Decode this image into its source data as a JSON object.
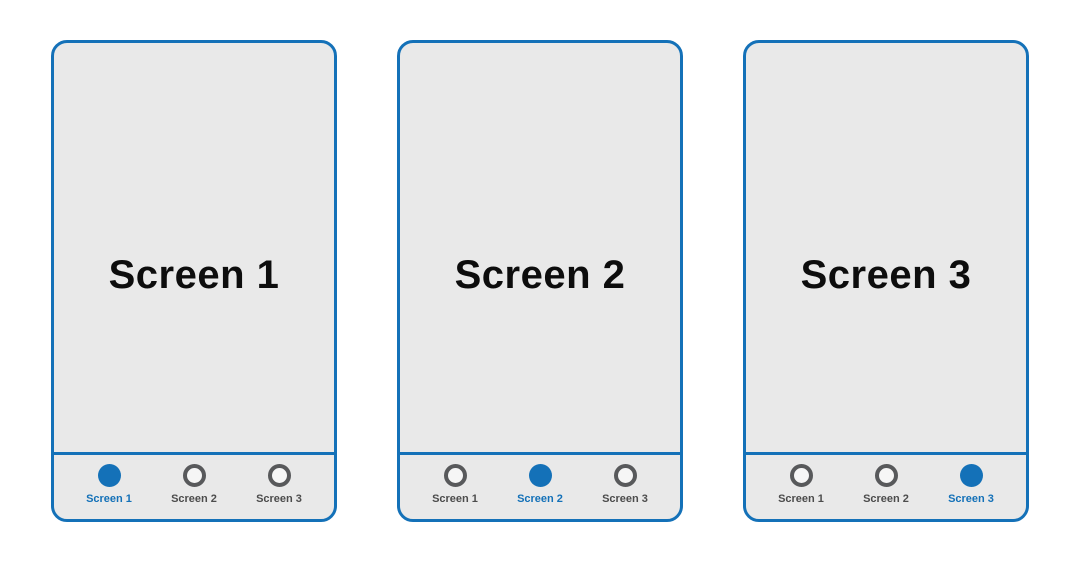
{
  "colors": {
    "accent_blue": "#1471b8",
    "screen_fill": "#e9e9e9",
    "inactive_circle": "#58595b",
    "inactive_label": "#4c4c4c",
    "title_color": "#0d0d0d",
    "page_background": "#ffffff"
  },
  "phones": [
    {
      "title": "Screen 1",
      "active_tab_index": 0,
      "tabs": [
        {
          "label": "Screen 1",
          "active": true
        },
        {
          "label": "Screen 2",
          "active": false
        },
        {
          "label": "Screen 3",
          "active": false
        }
      ]
    },
    {
      "title": "Screen 2",
      "active_tab_index": 1,
      "tabs": [
        {
          "label": "Screen 1",
          "active": false
        },
        {
          "label": "Screen 2",
          "active": true
        },
        {
          "label": "Screen 3",
          "active": false
        }
      ]
    },
    {
      "title": "Screen 3",
      "active_tab_index": 2,
      "tabs": [
        {
          "label": "Screen 1",
          "active": false
        },
        {
          "label": "Screen 2",
          "active": false
        },
        {
          "label": "Screen 3",
          "active": true
        }
      ]
    }
  ]
}
